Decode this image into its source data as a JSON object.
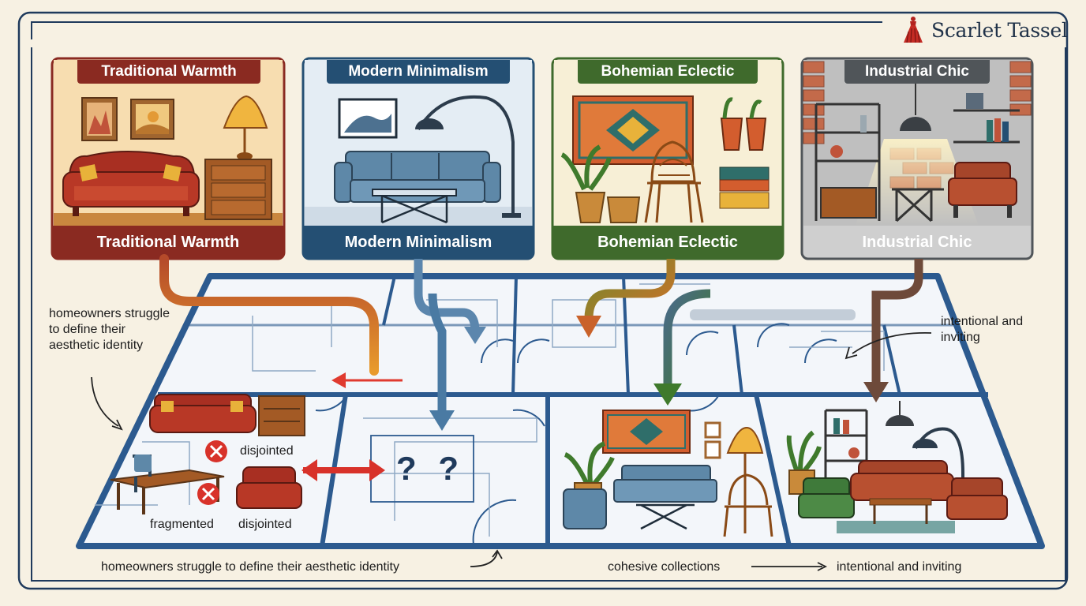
{
  "brand": {
    "name": "Scarlet Tassel",
    "logo_icon": "tassel-icon",
    "accent": "#b3231f"
  },
  "cards": [
    {
      "id": "traditional",
      "title": "Traditional Warmth",
      "caption": "Traditional Warmth",
      "color": "#8a2a21"
    },
    {
      "id": "modern",
      "title": "Modern Minimalism",
      "caption": "Modern Minimalism",
      "color": "#244f73"
    },
    {
      "id": "bohemian",
      "title": "Bohemian Eclectic",
      "caption": "Bohemian Eclectic",
      "color": "#3f6a2c"
    },
    {
      "id": "industrial",
      "title": "Industrial Chic",
      "caption": "Industrial Chic",
      "color": "#505559"
    }
  ],
  "annotations": {
    "left_note": "homeowners struggle to define their aesthetic identity",
    "right_note": "intentional and inviting",
    "fragmented": "fragmented",
    "disjointed_1": "disjointed",
    "disjointed_2": "disjointed",
    "question": "? ?",
    "bottom_left": "homeowners struggle to define their aesthetic identity",
    "bottom_middle": "cohesive collections",
    "bottom_right": "intentional and inviting"
  }
}
